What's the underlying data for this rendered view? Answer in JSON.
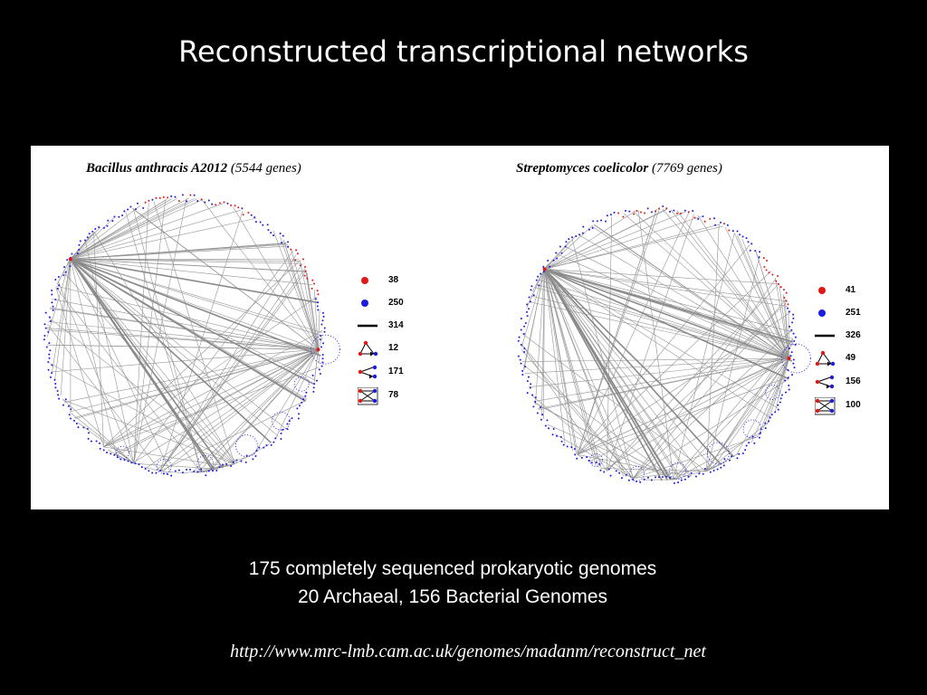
{
  "slide": {
    "title": "Reconstructed transcriptional networks",
    "caption_line1": "175 completely sequenced prokaryotic genomes",
    "caption_line2": "20 Archaeal, 156 Bacterial Genomes",
    "url": "http://www.mrc-lmb.cam.ac.uk/genomes/madanm/reconstruct_net"
  },
  "colors": {
    "background": "#000000",
    "panel": "#ffffff",
    "edge": "#7a7a7a",
    "node_red": "#e01818",
    "node_blue": "#1c1ce0"
  },
  "networks": [
    {
      "organism": "Bacillus anthracis A2012",
      "gene_count": "(5544 genes)",
      "legend": [
        {
          "glyph": "red-node-icon",
          "value": "38"
        },
        {
          "glyph": "blue-node-icon",
          "value": "250"
        },
        {
          "glyph": "edge-line-icon",
          "value": "314"
        },
        {
          "glyph": "feed-forward-loop-icon",
          "value": "12"
        },
        {
          "glyph": "single-input-module-icon",
          "value": "171"
        },
        {
          "glyph": "dense-overlapping-regulon-icon",
          "value": "78"
        }
      ]
    },
    {
      "organism": "Streptomyces coelicolor",
      "gene_count": "(7769 genes)",
      "legend": [
        {
          "glyph": "red-node-icon",
          "value": "41"
        },
        {
          "glyph": "blue-node-icon",
          "value": "251"
        },
        {
          "glyph": "edge-line-icon",
          "value": "326"
        },
        {
          "glyph": "feed-forward-loop-icon",
          "value": "49"
        },
        {
          "glyph": "single-input-module-icon",
          "value": "156"
        },
        {
          "glyph": "dense-overlapping-regulon-icon",
          "value": "100"
        }
      ]
    }
  ]
}
